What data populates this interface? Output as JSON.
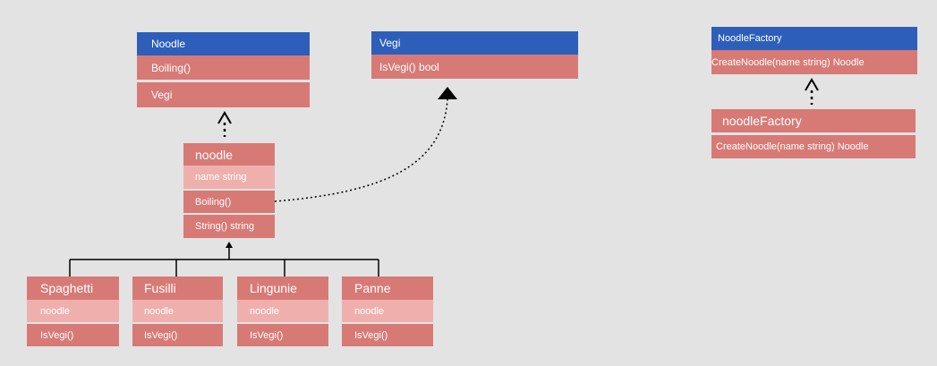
{
  "noodle_iface": {
    "title": "Noodle",
    "method": "Boiling()",
    "embed": "Vegi"
  },
  "vegi_iface": {
    "title": "Vegi",
    "method": "IsVegi() bool"
  },
  "factory_iface": {
    "title": "NoodleFactory",
    "method": "CreateNoodle(name string) Noodle"
  },
  "factory_struct": {
    "title": "noodleFactory",
    "method": "CreateNoodle(name string) Noodle"
  },
  "noodle_struct": {
    "title": "noodle",
    "field": "name string",
    "method1": "Boiling()",
    "method2": "String() string"
  },
  "subclasses": [
    {
      "title": "Spaghetti",
      "field": "noodle",
      "method": "IsVegi()"
    },
    {
      "title": "Fusilli",
      "field": "noodle",
      "method": "IsVegi()"
    },
    {
      "title": "Lingunie",
      "field": "noodle",
      "method": "IsVegi()"
    },
    {
      "title": "Panne",
      "field": "noodle",
      "method": "IsVegi()"
    }
  ],
  "colors": {
    "interface_header": "#2d5fba",
    "struct": "#d77a76",
    "field": "#efb0ad",
    "background": "#e3e3e3"
  }
}
